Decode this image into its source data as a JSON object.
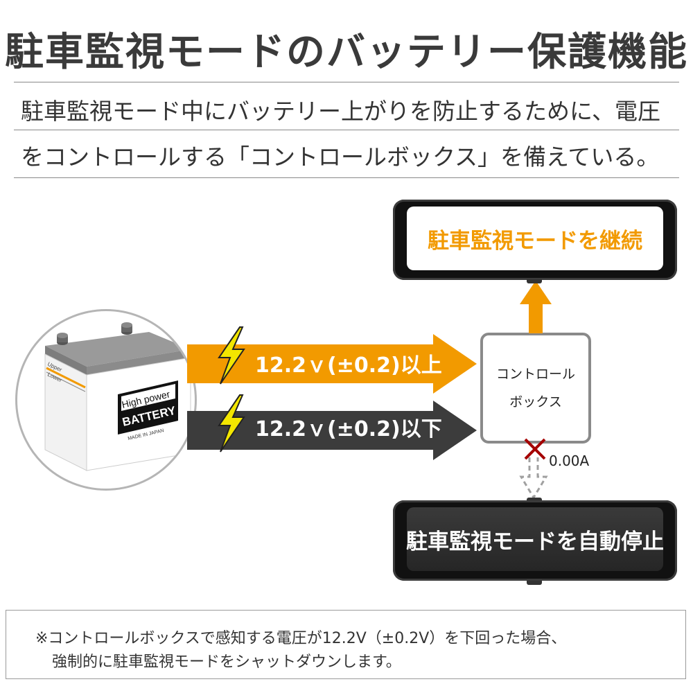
{
  "title": "駐車監視モードのバッテリー保護機能",
  "subtitle": {
    "line1": "駐車監視モード中にバッテリー上がりを防止するために、電圧",
    "line2": "をコントロールする「コントロールボックス」を備えている。"
  },
  "battery": {
    "upper": "Upper",
    "lower": "Lower",
    "label_line1": "High power",
    "label_line2": "BATTERY",
    "made_in": "MADE IN JAPAN"
  },
  "arrow_above": {
    "label": "12.2ｖ(±0.2)以上",
    "color": "#f29a00"
  },
  "arrow_below": {
    "label": "12.2ｖ(±0.2)以下",
    "color": "#3c3c3c"
  },
  "control_box": {
    "line1": "コントロール",
    "line2": "ボックス"
  },
  "current": "0.00A",
  "monitor_top": {
    "text": "駐車監視モードを継続"
  },
  "monitor_bottom": {
    "text": "駐車監視モードを自動停止"
  },
  "note": {
    "line1": "※コントロールボックスで感知する電圧が12.2V（±0.2V）を下回った場合、",
    "line2": "強制的に駐車監視モードをシャットダウンします。"
  },
  "colors": {
    "accent": "#f29a00",
    "dark": "#3c3c3c",
    "bolt": "#f3e600",
    "cross": "#a50000"
  },
  "icons": [
    "lightning-bolt-icon",
    "cross-icon",
    "up-arrow-icon",
    "down-arrow-icon",
    "battery-icon"
  ]
}
